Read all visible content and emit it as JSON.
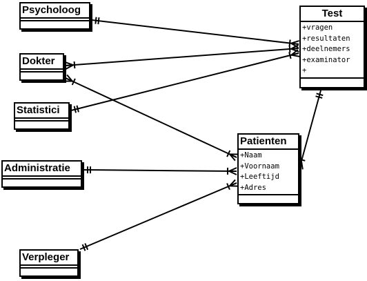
{
  "entities": {
    "psycholoog": {
      "title": "Psycholoog"
    },
    "dokter": {
      "title": "Dokter"
    },
    "statistici": {
      "title": "Statistici"
    },
    "administratie": {
      "title": "Administratie"
    },
    "verpleger": {
      "title": "Verpleger"
    },
    "test": {
      "title": "Test",
      "attributes": [
        "+vragen",
        "+resultaten",
        "+deelnemers",
        "+examinator",
        "+"
      ]
    },
    "patienten": {
      "title": "Patienten",
      "attributes": [
        "+Naam",
        "+Voornaam",
        "+Leeftijd",
        "+Adres"
      ]
    }
  },
  "relations": [
    {
      "from": "Psycholoog",
      "to": "Test",
      "from_end": "one",
      "to_end": "many"
    },
    {
      "from": "Dokter",
      "to": "Test",
      "from_end": "many",
      "to_end": "many"
    },
    {
      "from": "Statistici",
      "to": "Test",
      "from_end": "one",
      "to_end": "many"
    },
    {
      "from": "Dokter",
      "to": "Patienten",
      "from_end": "many",
      "to_end": "many"
    },
    {
      "from": "Administratie",
      "to": "Patienten",
      "from_end": "one",
      "to_end": "many"
    },
    {
      "from": "Verpleger",
      "to": "Patienten",
      "from_end": "one",
      "to_end": "many"
    },
    {
      "from": "Test",
      "to": "Patienten",
      "from_end": "one",
      "to_end": "many"
    }
  ],
  "colors": {
    "line": "#000000",
    "background": "#ffffff"
  }
}
